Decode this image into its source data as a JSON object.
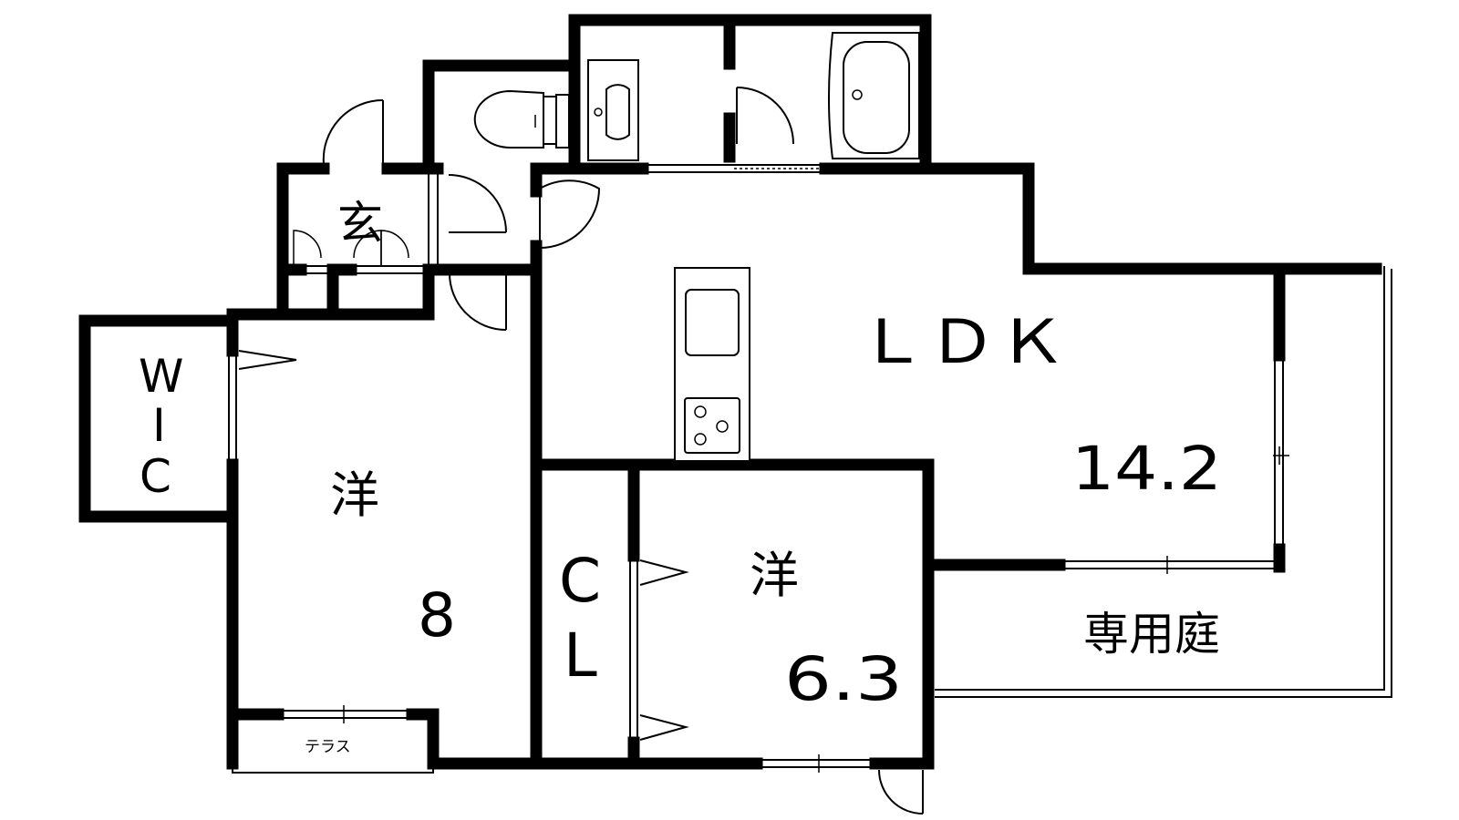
{
  "rooms": {
    "ldk_label": "ＬＤＫ",
    "ldk_area": "14.2",
    "west_room_label": "洋",
    "west_room_area": "8",
    "south_room_label": "洋",
    "south_room_area": "6.3",
    "wic": [
      "W",
      "I",
      "C"
    ],
    "closet": [
      "C",
      "L"
    ],
    "entrance": "玄",
    "terrace": "テラス",
    "garden": "専用庭"
  },
  "colors": {
    "wall": "#000000",
    "background": "#ffffff"
  }
}
